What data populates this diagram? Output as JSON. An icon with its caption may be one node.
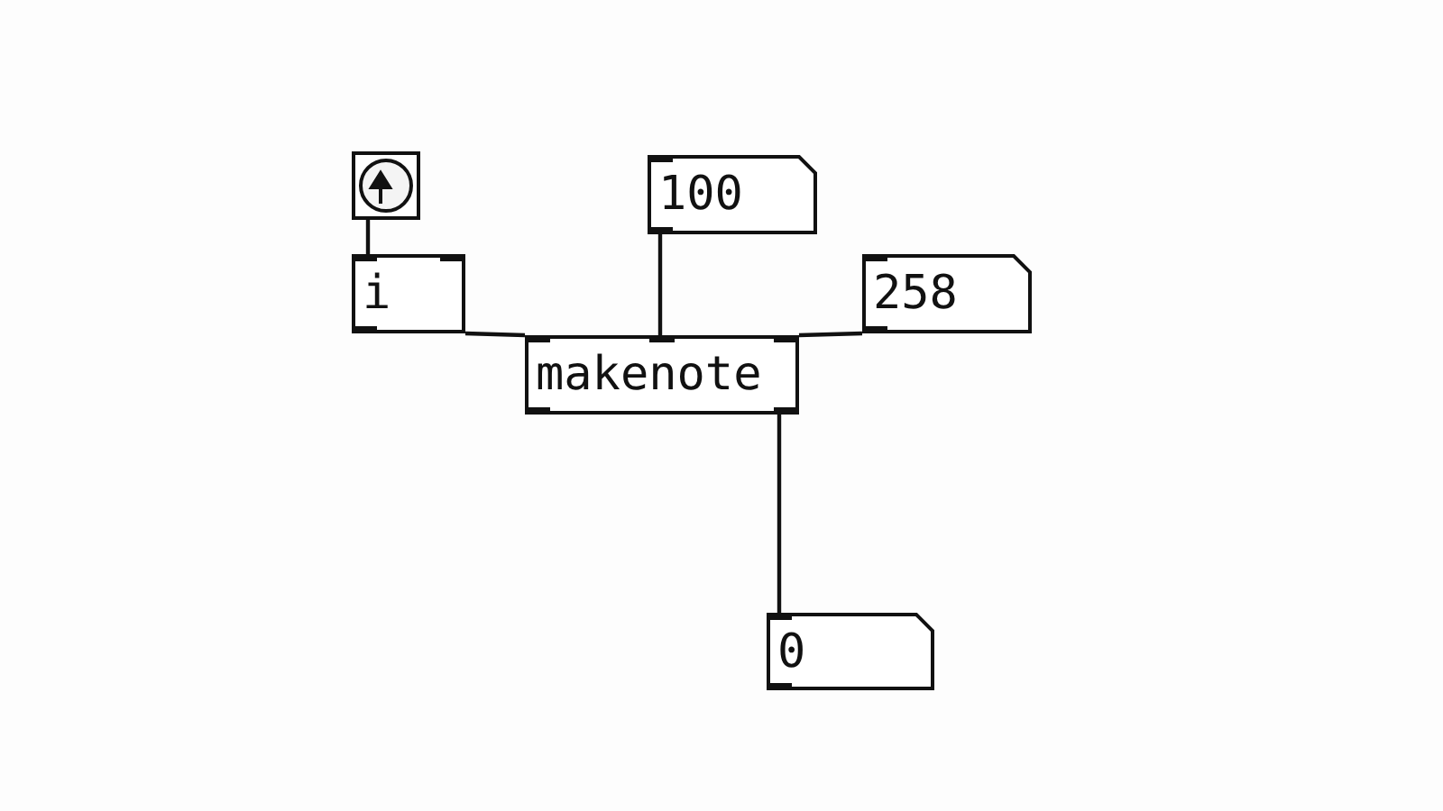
{
  "diagram": {
    "nodes": [
      {
        "text": [],
        "shape": "box"
      },
      {
        "text": [
          "i"
        ]
      },
      {
        "text": [
          "100"
        ]
      },
      {
        "text": [
          "258"
        ]
      },
      {
        "text": [
          "makenote"
        ]
      },
      {
        "text": [
          "0"
        ]
      }
    ],
    "edges": [
      {
        "from": 0,
        "to": 1,
        "arrow": "none"
      },
      {
        "from": 1,
        "to": 4,
        "arrow": "none"
      },
      {
        "from": 2,
        "to": 4,
        "arrow": "none"
      },
      {
        "from": 3,
        "to": 4,
        "arrow": "none"
      },
      {
        "from": 4,
        "to": 5,
        "arrow": "none"
      }
    ]
  }
}
